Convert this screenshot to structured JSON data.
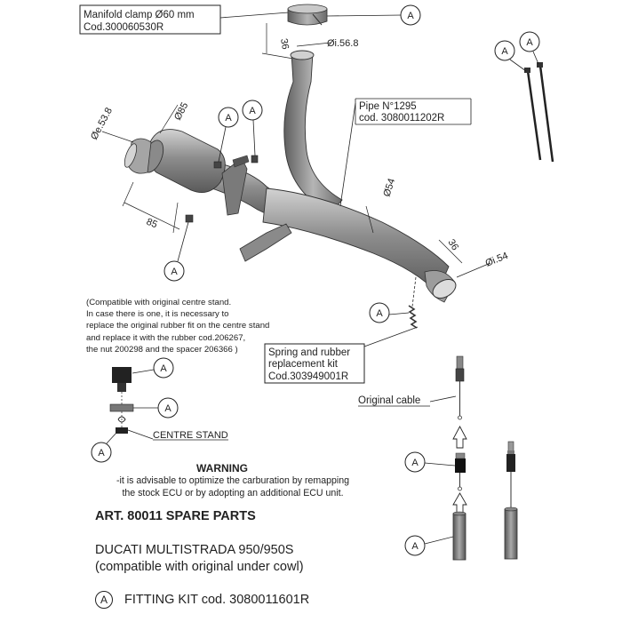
{
  "callout_letter": "A",
  "labels": {
    "manifold_clamp": "Manifold clamp Ø60 mm",
    "manifold_code": "Cod.300060530R",
    "pipe_name": "Pipe N°1295",
    "pipe_code": "cod. 3080011202R",
    "spring_kit_1": "Spring and rubber",
    "spring_kit_2": "replacement kit",
    "spring_kit_code": "Cod.303949001R",
    "original_cable": "Original cable",
    "centre_stand": "CENTRE STAND"
  },
  "dimensions": {
    "d_top_len": "36",
    "d_top_dia": "Øi.56.8",
    "d_cat_e": "Øe.53.8",
    "d_cat_85": "Ø85",
    "d_cat_len": "85",
    "d_pipe": "Ø54",
    "d_out_len": "36",
    "d_out_dia": "Øi.54"
  },
  "stand_note": [
    "(Compatible with original centre stand.",
    "In case there is one, it is necessary to",
    "replace the original rubber fit on the centre stand",
    "and replace it with the rubber cod.206267,",
    "the nut 200298 and the spacer 206366 )"
  ],
  "warning": {
    "title": "WARNING",
    "lines": [
      "-it is advisable to optimize the carburation by remapping",
      "the stock ECU or by adopting an additional ECU unit."
    ]
  },
  "article": "ART. 80011 SPARE PARTS",
  "model_lines": [
    "DUCATI MULTISTRADA 950/950S",
    "(compatible with original under cowl)"
  ],
  "fitting_kit": "FITTING KIT cod. 3080011601R"
}
